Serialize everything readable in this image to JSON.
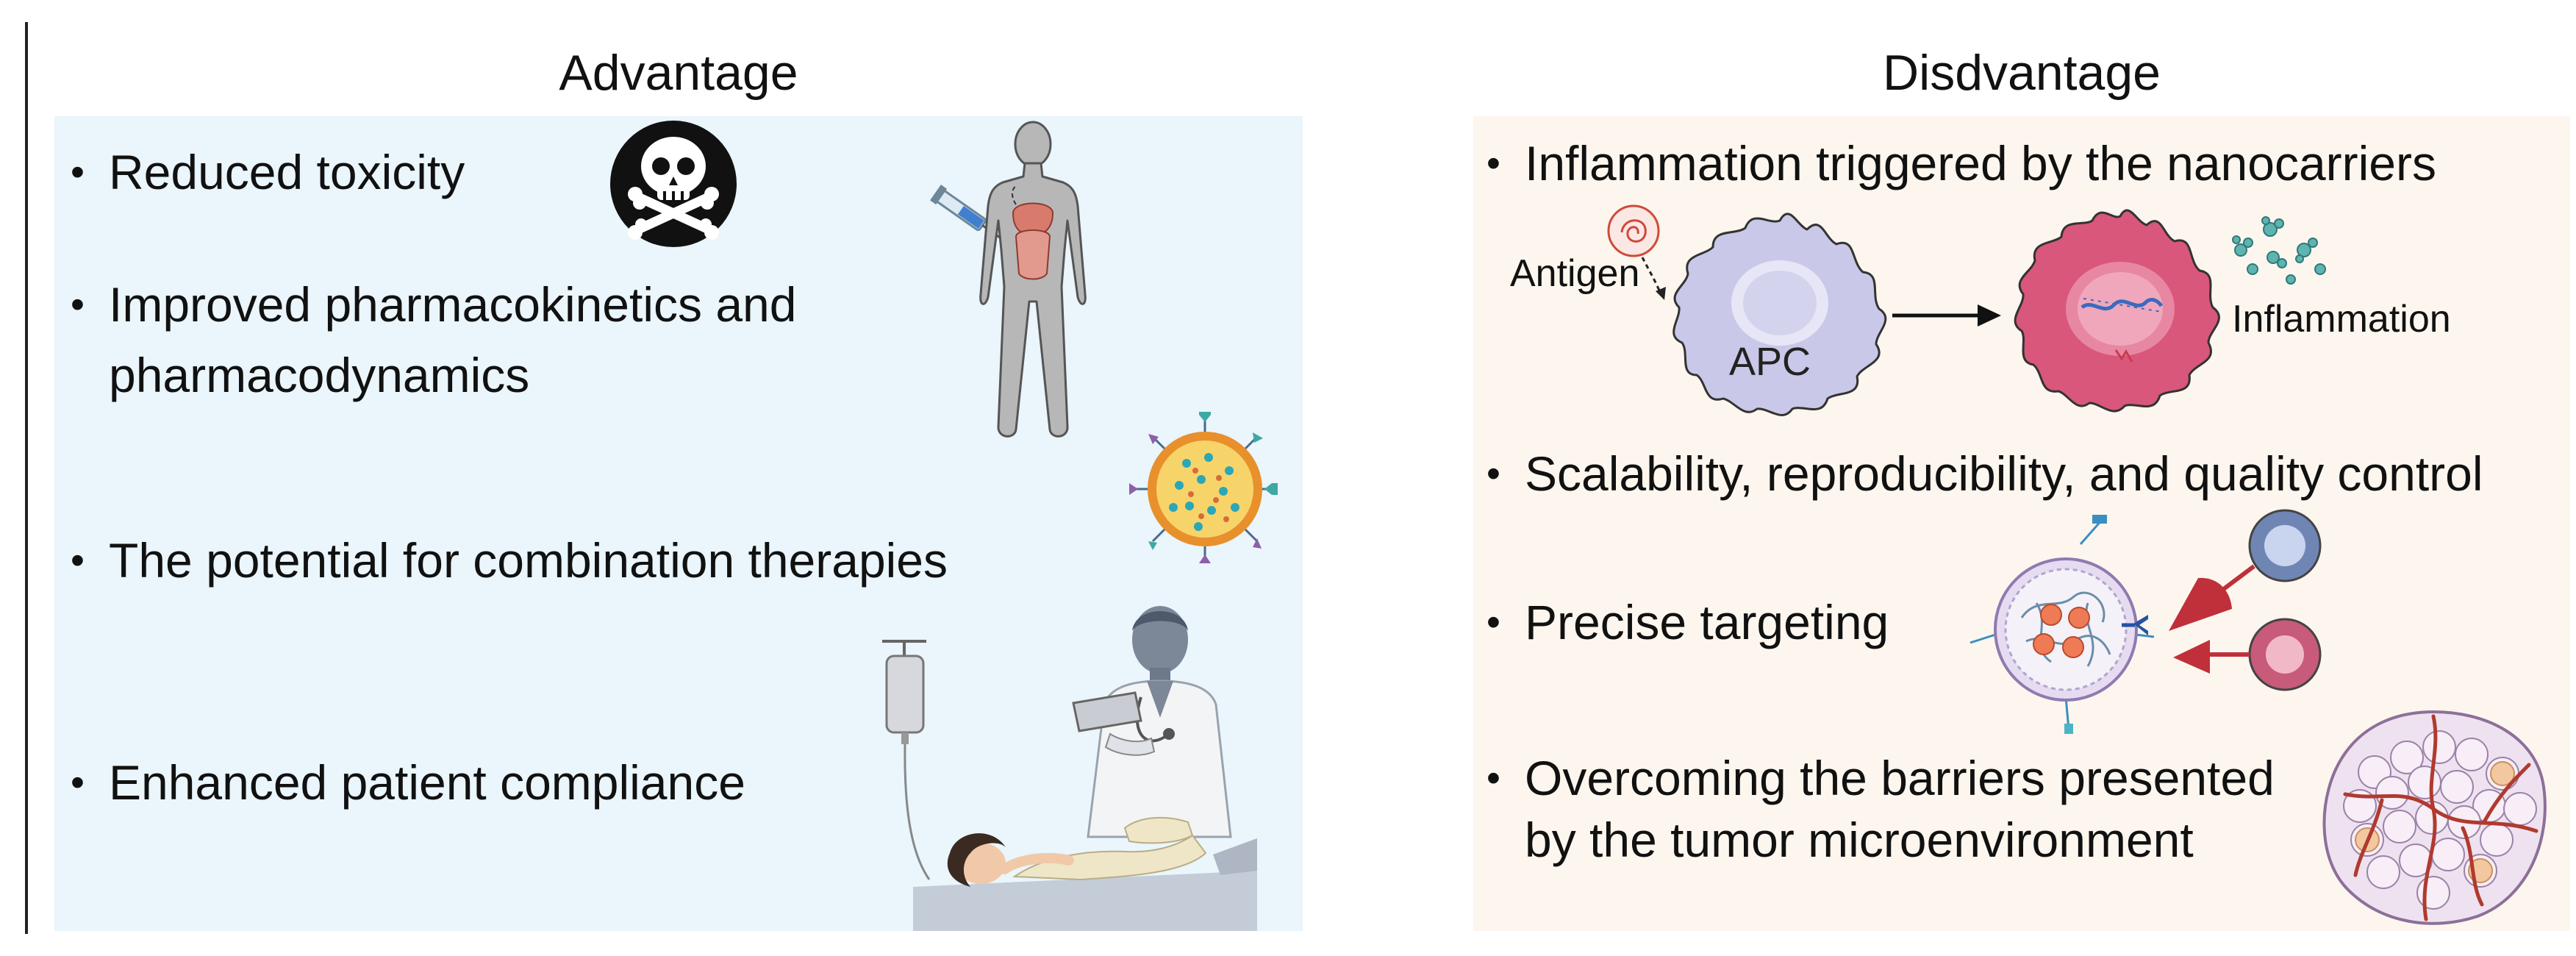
{
  "advantage": {
    "title": "Advantage",
    "items": [
      {
        "text": "Reduced toxicity"
      },
      {
        "line1": "Improved pharmacokinetics and",
        "line2": "pharmacodynamics"
      },
      {
        "text": "The potential for combination therapies"
      },
      {
        "text": "Enhanced patient compliance"
      }
    ]
  },
  "disadvantage": {
    "title": "Disdvantage",
    "items": [
      {
        "text": "Inflammation triggered by the nanocarriers"
      },
      {
        "text": "Scalability, reproducibility, and quality control"
      },
      {
        "text": "Precise targeting"
      },
      {
        "line1": "Overcoming the barriers presented",
        "line2": "by the tumor microenvironment"
      }
    ],
    "labels": {
      "antigen": "Antigen",
      "apc": "APC",
      "inflammation": "Inflammation"
    }
  },
  "bullet": "•",
  "icons": [
    "skull-crossbones-icon",
    "human-body-icon",
    "syringe-icon",
    "nanoparticle-icon",
    "iv-bag-icon",
    "doctor-icon",
    "patient-icon",
    "apc-cell-icon",
    "inflamed-cell-icon",
    "arrow-icon",
    "targeted-nanocarrier-icon",
    "immune-cell-icon",
    "tumor-tissue-icon"
  ],
  "colors": {
    "advantage_bg": "#eaf5fc",
    "disadvantage_bg": "#fdf6ee",
    "apc": "#c9c8e8",
    "inflamed": "#d9577a",
    "target_arrow": "#c0303a"
  }
}
